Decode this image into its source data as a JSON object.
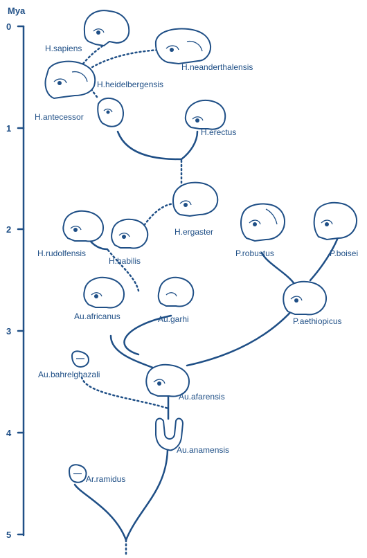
{
  "axis": {
    "unit": "Mya",
    "ticks": [
      "0",
      "1",
      "2",
      "3",
      "4",
      "5"
    ]
  },
  "species": {
    "h_sapiens": "H.sapiens",
    "h_neanderthalensis": "H.neanderthalensis",
    "h_heidelbergensis": "H.heidelbergensis",
    "h_antecessor": "H.antecessor",
    "h_erectus": "H.erectus",
    "h_ergaster": "H.ergaster",
    "h_rudolfensis": "H.rudolfensis",
    "h_habilis": "H.habilis",
    "p_robustus": "P.robustus",
    "p_boisei": "P.boisei",
    "au_africanus": "Au.africanus",
    "au_garhi": "Au.garhi",
    "p_aethiopicus": "P.aethiopicus",
    "au_bahrelghazali": "Au.bahrelghazali",
    "au_afarensis": "Au.afarensis",
    "au_anamensis": "Au.anamensis",
    "ar_ramidus": "Ar.ramidus"
  },
  "colors": {
    "ink": "#1f4f86",
    "background": "#ffffff"
  }
}
